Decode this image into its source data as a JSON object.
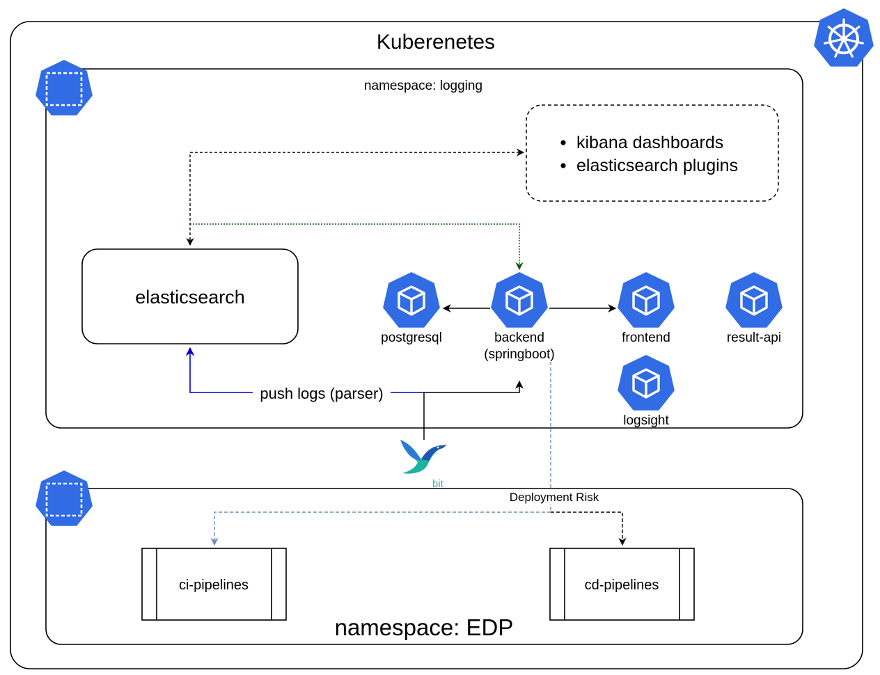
{
  "title": "Kuberenetes",
  "namespaces": {
    "logging": {
      "label": "namespace: logging"
    },
    "edp": {
      "label": "namespace: EDP"
    }
  },
  "notes": {
    "items": [
      "kibana dashboards",
      "elasticsearch plugins"
    ]
  },
  "nodes": {
    "elasticsearch": "elasticsearch",
    "pods": {
      "postgresql": "postgresql",
      "backend_line1": "backend",
      "backend_line2": "(springboot)",
      "frontend": "frontend",
      "result_api": "result-api",
      "logsight": "logsight"
    },
    "ci": "ci-pipelines",
    "cd": "cd-pipelines"
  },
  "edges": {
    "push_logs": "push logs (parser)",
    "deployment_risk": "Deployment Risk"
  },
  "fluentbit": {
    "icon": "fluent-bit-hummingbird-icon",
    "text": "bit"
  },
  "colors": {
    "kube_blue": "#326ce5",
    "push_arrow": "#0000cc",
    "dotted_green": "#0a5c0a",
    "deploy_blue": "#6c8ebf",
    "fluent_teal": "#3fb4a8"
  }
}
